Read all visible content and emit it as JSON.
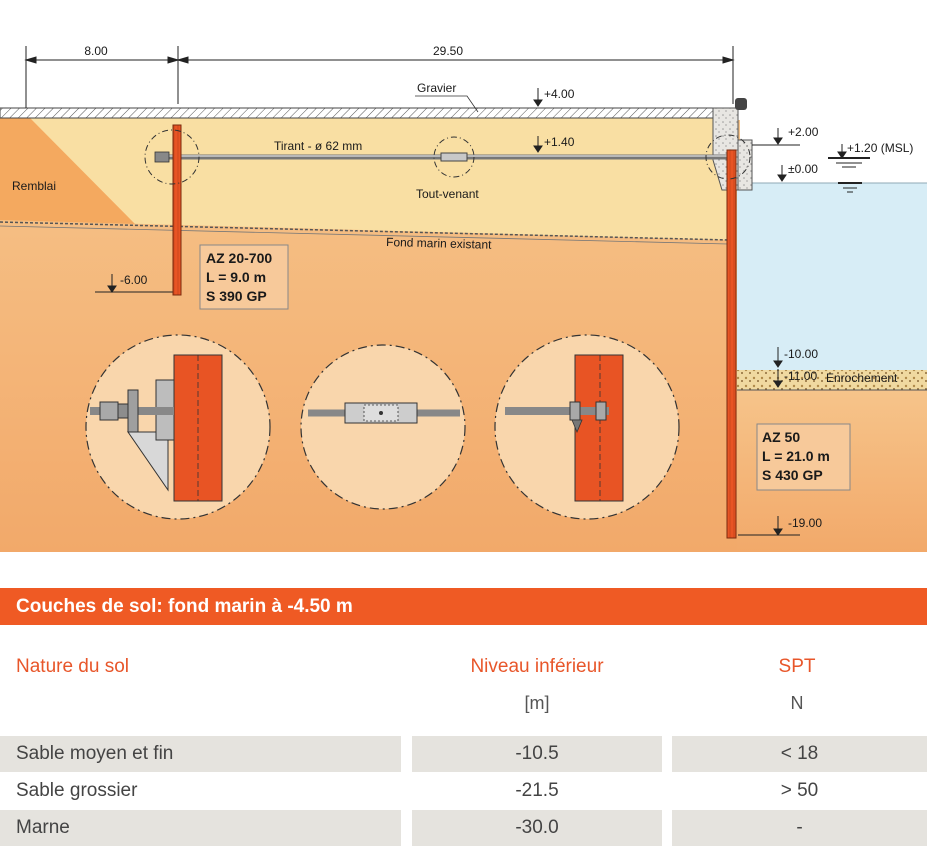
{
  "diagram": {
    "dimensions": {
      "left_span": "8.00",
      "right_span": "29.50"
    },
    "labels": {
      "gravier": "Gravier",
      "tirant": "Tirant - ø 62 mm",
      "tout_venant": "Tout-venant",
      "remblai": "Remblai",
      "fond_marin": "Fond marin existant",
      "enrochement": "Enrochement"
    },
    "levels": {
      "top": "+4.00",
      "tie": "+1.40",
      "cap": "+2.00",
      "msl": "+1.20 (MSL)",
      "zero": "±0.00",
      "anchor_toe": "-6.00",
      "seabed_dredged": "-10.00",
      "enrochement_base": "-11.00",
      "main_toe": "-19.00"
    },
    "anchor_wall": {
      "line1": "AZ 20-700",
      "line2": "L = 9.0 m",
      "line3": "S 390 GP"
    },
    "main_wall": {
      "line1": "AZ 50",
      "line2": "L = 21.0 m",
      "line3": "S 430 GP"
    },
    "colors": {
      "fill_soil": "#f8dfa0",
      "natural_soil": "#f4b97a",
      "remblai": "#f4a75c",
      "water": "#d9eef7",
      "sheet_pile": "#e85424",
      "accent": "#ef5a24"
    }
  },
  "table": {
    "title": "Couches de sol: fond marin à -4.50 m",
    "columns": [
      {
        "label": "Nature du sol",
        "unit": ""
      },
      {
        "label": "Niveau inférieur",
        "unit": "[m]"
      },
      {
        "label": "SPT",
        "unit": "N"
      }
    ],
    "rows": [
      {
        "nature": "Sable moyen et fin",
        "niveau": "-10.5",
        "spt": "< 18"
      },
      {
        "nature": "Sable grossier",
        "niveau": "-21.5",
        "spt": "> 50"
      },
      {
        "nature": "Marne",
        "niveau": "-30.0",
        "spt": "-"
      }
    ]
  }
}
